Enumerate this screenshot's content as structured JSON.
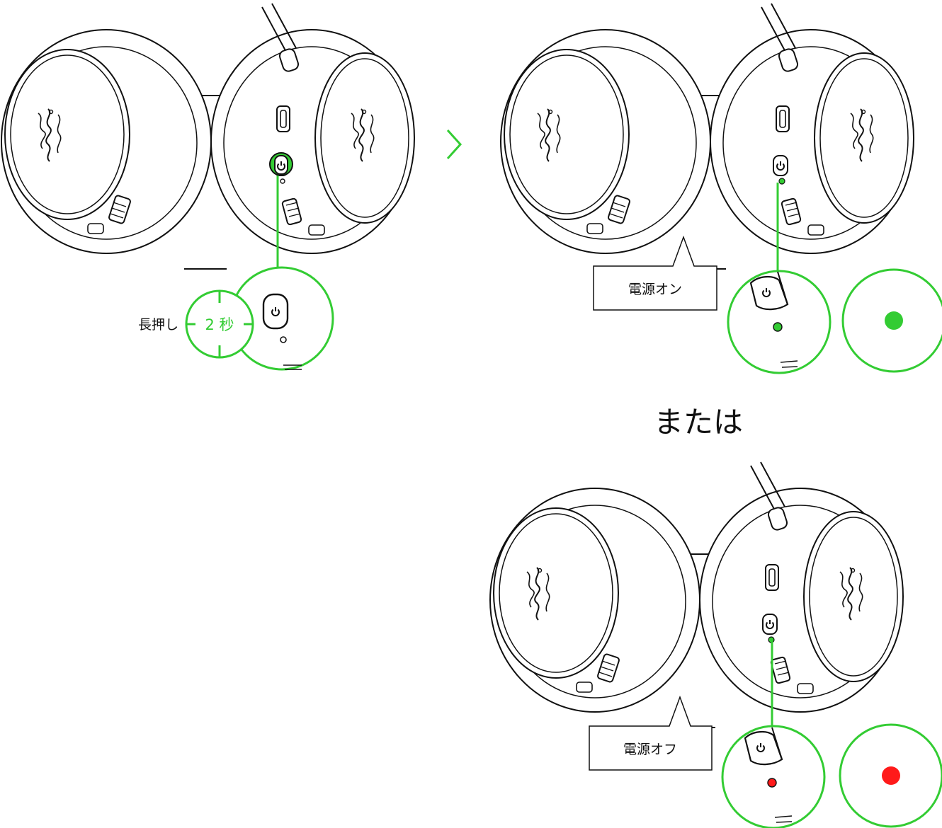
{
  "step1": {
    "action_label": "長押し",
    "duration_label": "2 秒"
  },
  "result_on": {
    "callout_label": "電源オン",
    "led_color": "#33cc33"
  },
  "separator": {
    "label": "または"
  },
  "result_off": {
    "callout_label": "電源オフ",
    "led_color": "#ff1a1a"
  },
  "colors": {
    "accent": "#33cc33",
    "line": "#111111"
  },
  "icons": [
    "razer-logo-icon",
    "power-icon",
    "usb-c-port-icon",
    "volume-dial-icon",
    "mic-boom-icon",
    "chevron-right-icon"
  ]
}
